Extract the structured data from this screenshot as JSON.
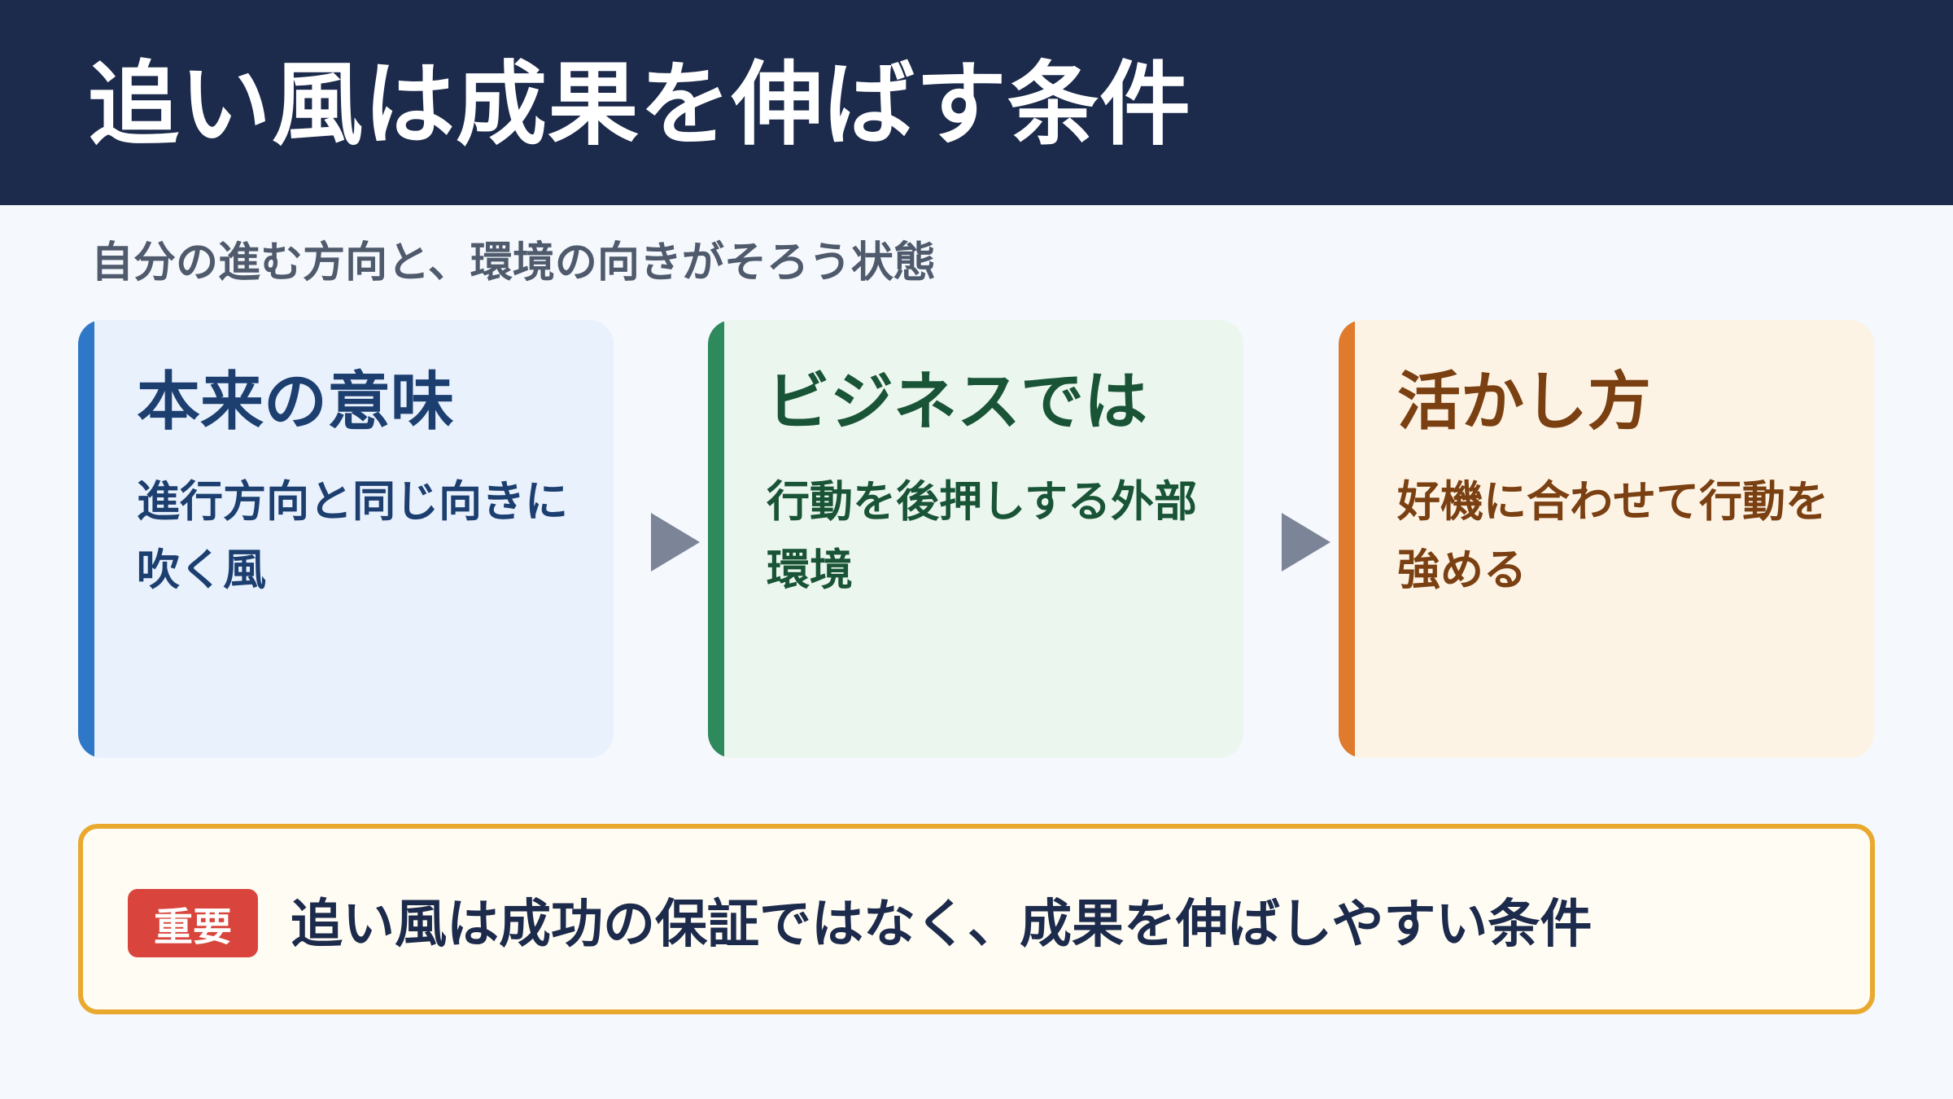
{
  "title": "追い風は成果を伸ばす条件",
  "subtitle": "自分の進む方向と、環境の向きがそろう状態",
  "cards": [
    {
      "heading": "本来の意味",
      "body": "進行方向と同じ向きに吹く風",
      "accent": "#2f78c8"
    },
    {
      "heading": "ビジネスでは",
      "body": "行動を後押しする外部環境",
      "accent": "#2e8a5c"
    },
    {
      "heading": "活かし方",
      "body": "好機に合わせて行動を強める",
      "accent": "#e07a2c"
    }
  ],
  "callout": {
    "badge": "重要",
    "text": "追い風は成功の保証ではなく、成果を伸ばしやすい条件",
    "border_color": "#e9a92f",
    "badge_color": "#d9453c"
  },
  "colors": {
    "header_bg": "#1c2a4b",
    "page_bg": "#f5f8fc"
  }
}
